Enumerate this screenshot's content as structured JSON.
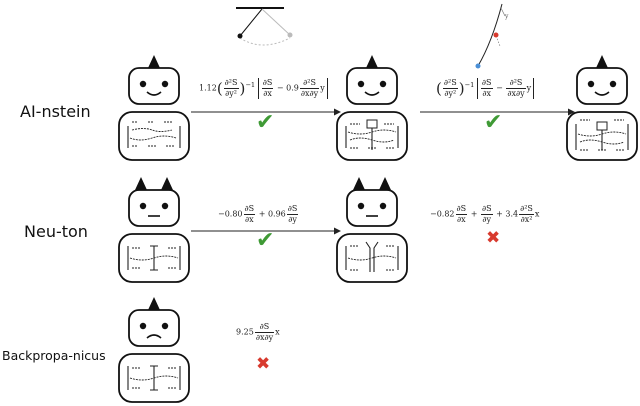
{
  "rows": [
    {
      "label": "AI-nstein"
    },
    {
      "label": "Neu-ton"
    },
    {
      "label": "Backpropa-nicus"
    }
  ],
  "equations": {
    "ainstein_step1": {
      "coef": "1.12",
      "d2S": "∂²S",
      "dy2": "∂y²",
      "exp": "−1",
      "dS": "∂S",
      "dx": "∂x",
      "minus": "−",
      "coef2": "0.9",
      "dxdy": "∂x∂y",
      "y": "y"
    },
    "ainstein_step2": {
      "d2S": "∂²S",
      "dy2": "∂y²",
      "exp": "−1",
      "dS": "∂S",
      "dx": "∂x",
      "minus": "−",
      "dxdy": "∂x∂y",
      "y": "y"
    },
    "newton_step1": {
      "coef1": "−0.80",
      "dS": "∂S",
      "dx": "∂x",
      "plus": "+",
      "coef2": "0.96",
      "dy": "∂y"
    },
    "newton_step2": {
      "coef1": "−0.82",
      "dS": "∂S",
      "dx": "∂x",
      "plus1": "+",
      "dy": "∂y",
      "plus2": "+ 3.4",
      "d2S": "∂²S",
      "dx2": "∂x²",
      "x": "x"
    },
    "backprop_step1": {
      "coef": "9.25",
      "dS": "∂S",
      "dxdy": "∂x∂y",
      "x": "x"
    }
  },
  "marks": {
    "check": "✔",
    "cross": "✖"
  },
  "colors": {
    "check": "#3f9a35",
    "cross": "#d83a2e",
    "ball_blue": "#4a8fd6",
    "ball_red": "#d83a2e"
  },
  "icons": [
    "pendulum-icon",
    "trajectory-icon",
    "robot-icon",
    "equation-board-icon"
  ]
}
